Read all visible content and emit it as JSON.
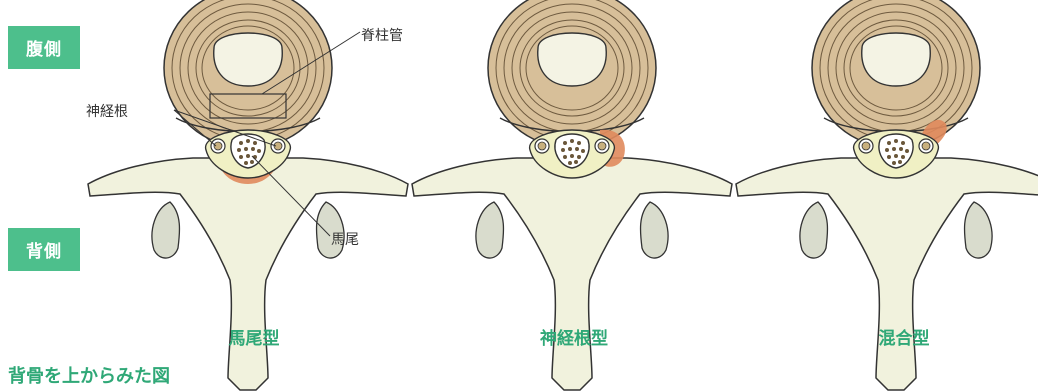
{
  "sides": {
    "ventral": "腹側",
    "dorsal": "背側"
  },
  "annotations": {
    "spinal_canal": "脊柱管",
    "nerve_root": "神経根",
    "cauda_equina": "馬尾"
  },
  "captions": [
    "馬尾型",
    "神経根型",
    "混合型"
  ],
  "footer": "背骨を上からみた図",
  "colors": {
    "accent": "#4dbf8c",
    "accent_text": "#2fa877",
    "disc": "#d7bf99",
    "bone": "#f1f2dd",
    "compression": "#e0895c"
  }
}
